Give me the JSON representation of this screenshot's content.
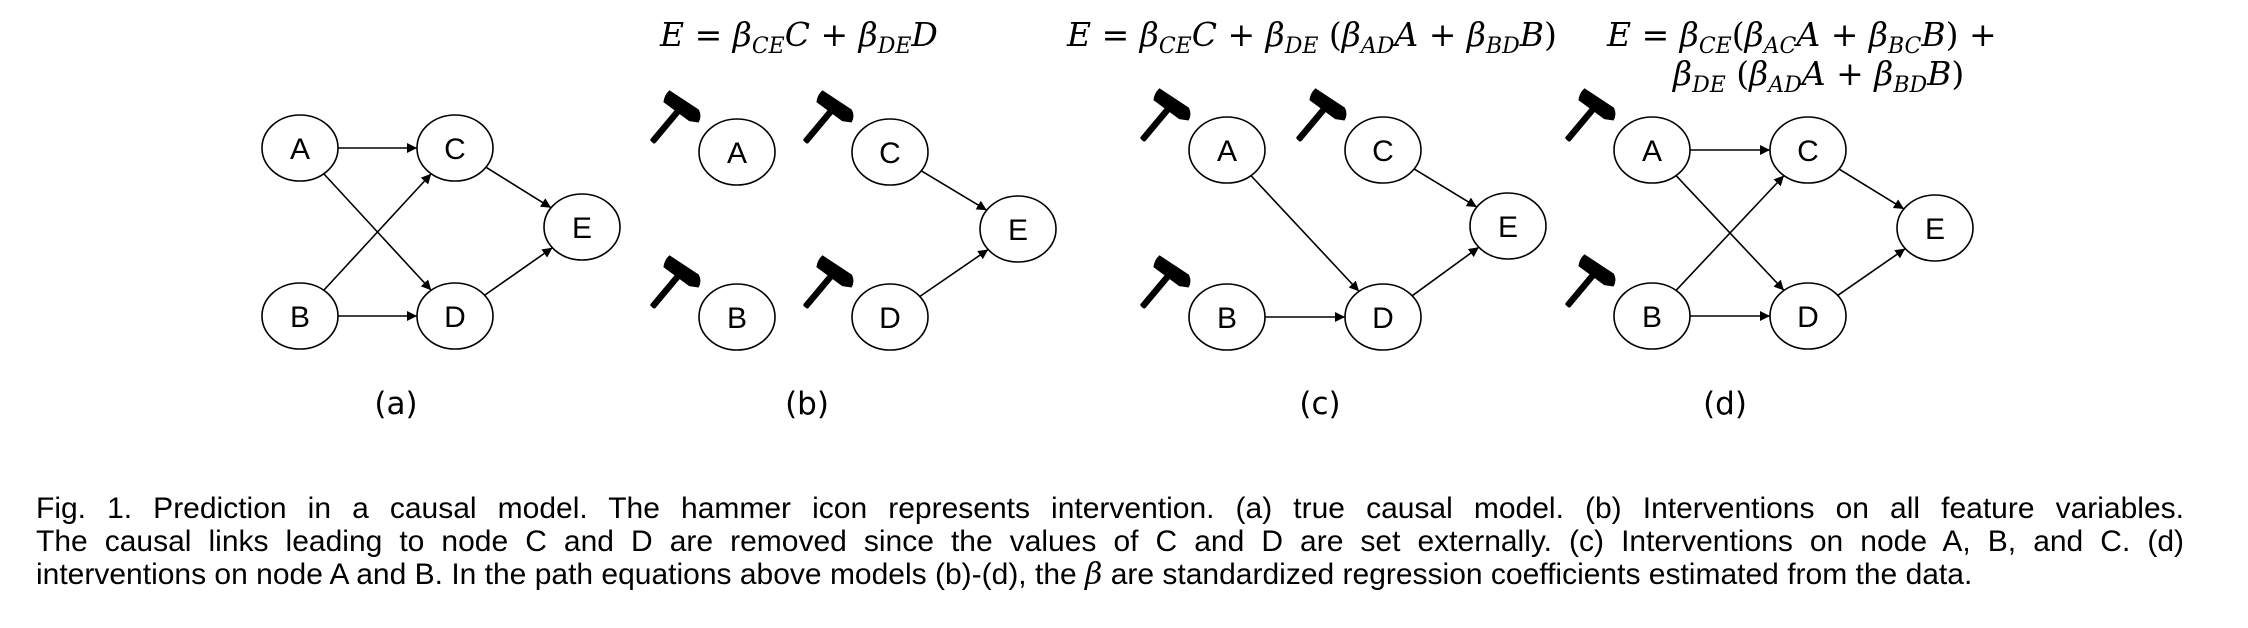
{
  "panels": [
    {
      "label": "(a)",
      "nodes": [
        "A",
        "B",
        "C",
        "D",
        "E"
      ],
      "edges": [
        [
          "A",
          "C"
        ],
        [
          "A",
          "D"
        ],
        [
          "B",
          "C"
        ],
        [
          "B",
          "D"
        ],
        [
          "C",
          "E"
        ],
        [
          "D",
          "E"
        ]
      ],
      "intervened": [],
      "equation": []
    },
    {
      "label": "(b)",
      "nodes": [
        "A",
        "B",
        "C",
        "D",
        "E"
      ],
      "edges": [
        [
          "C",
          "E"
        ],
        [
          "D",
          "E"
        ]
      ],
      "intervened": [
        "A",
        "B",
        "C",
        "D"
      ],
      "equation": [
        [
          {
            "t": "E"
          },
          {
            "t": " = ",
            "op": true
          },
          {
            "t": "β"
          },
          {
            "t": "CE",
            "sub": true
          },
          {
            "t": "C"
          },
          {
            "t": " + ",
            "op": true
          },
          {
            "t": "β"
          },
          {
            "t": "DE",
            "sub": true
          },
          {
            "t": "D"
          }
        ]
      ]
    },
    {
      "label": "(c)",
      "nodes": [
        "A",
        "B",
        "C",
        "D",
        "E"
      ],
      "edges": [
        [
          "A",
          "D"
        ],
        [
          "B",
          "D"
        ],
        [
          "C",
          "E"
        ],
        [
          "D",
          "E"
        ]
      ],
      "intervened": [
        "A",
        "B",
        "C"
      ],
      "equation": [
        [
          {
            "t": "E"
          },
          {
            "t": " = ",
            "op": true
          },
          {
            "t": "β"
          },
          {
            "t": "CE",
            "sub": true
          },
          {
            "t": "C"
          },
          {
            "t": " + ",
            "op": true
          },
          {
            "t": "β"
          },
          {
            "t": "DE",
            "sub": true
          },
          {
            "t": " (",
            "op": true
          },
          {
            "t": "β"
          },
          {
            "t": "AD",
            "sub": true
          },
          {
            "t": "A"
          },
          {
            "t": " + ",
            "op": true
          },
          {
            "t": "β"
          },
          {
            "t": "BD",
            "sub": true
          },
          {
            "t": "B"
          },
          {
            "t": ")",
            "op": true
          }
        ]
      ]
    },
    {
      "label": "(d)",
      "nodes": [
        "A",
        "B",
        "C",
        "D",
        "E"
      ],
      "edges": [
        [
          "A",
          "C"
        ],
        [
          "A",
          "D"
        ],
        [
          "B",
          "C"
        ],
        [
          "B",
          "D"
        ],
        [
          "C",
          "E"
        ],
        [
          "D",
          "E"
        ]
      ],
      "intervened": [
        "A",
        "B"
      ],
      "equation": [
        [
          {
            "t": "E"
          },
          {
            "t": " = ",
            "op": true
          },
          {
            "t": "β"
          },
          {
            "t": "CE",
            "sub": true
          },
          {
            "t": "(",
            "op": true
          },
          {
            "t": "β"
          },
          {
            "t": "AC",
            "sub": true
          },
          {
            "t": "A"
          },
          {
            "t": " + ",
            "op": true
          },
          {
            "t": "β"
          },
          {
            "t": "BC",
            "sub": true
          },
          {
            "t": "B"
          },
          {
            "t": ") +",
            "op": true
          }
        ],
        [
          {
            "t": "β"
          },
          {
            "t": "DE",
            "sub": true
          },
          {
            "t": " (",
            "op": true
          },
          {
            "t": "β"
          },
          {
            "t": "AD",
            "sub": true
          },
          {
            "t": "A"
          },
          {
            "t": " + ",
            "op": true
          },
          {
            "t": "β"
          },
          {
            "t": "BD",
            "sub": true
          },
          {
            "t": "B"
          },
          {
            "t": ")",
            "op": true
          }
        ]
      ]
    }
  ],
  "icons": {
    "intervention": "hammer-icon"
  },
  "caption": {
    "line1": "Fig. 1. Prediction in a causal model. The hammer icon represents intervention. (a) true causal model. (b) Interventions on all feature variables.",
    "line2": "The causal links leading to node C and D are removed since the values of C and D are set externally. (c) Interventions on node A, B, and C. (d)",
    "line3_pre": "interventions on node A and B. In the path equations above models (b)-(d), the ",
    "line3_beta": "β",
    "line3_post": " are standardized regression coefficients estimated from the data."
  }
}
